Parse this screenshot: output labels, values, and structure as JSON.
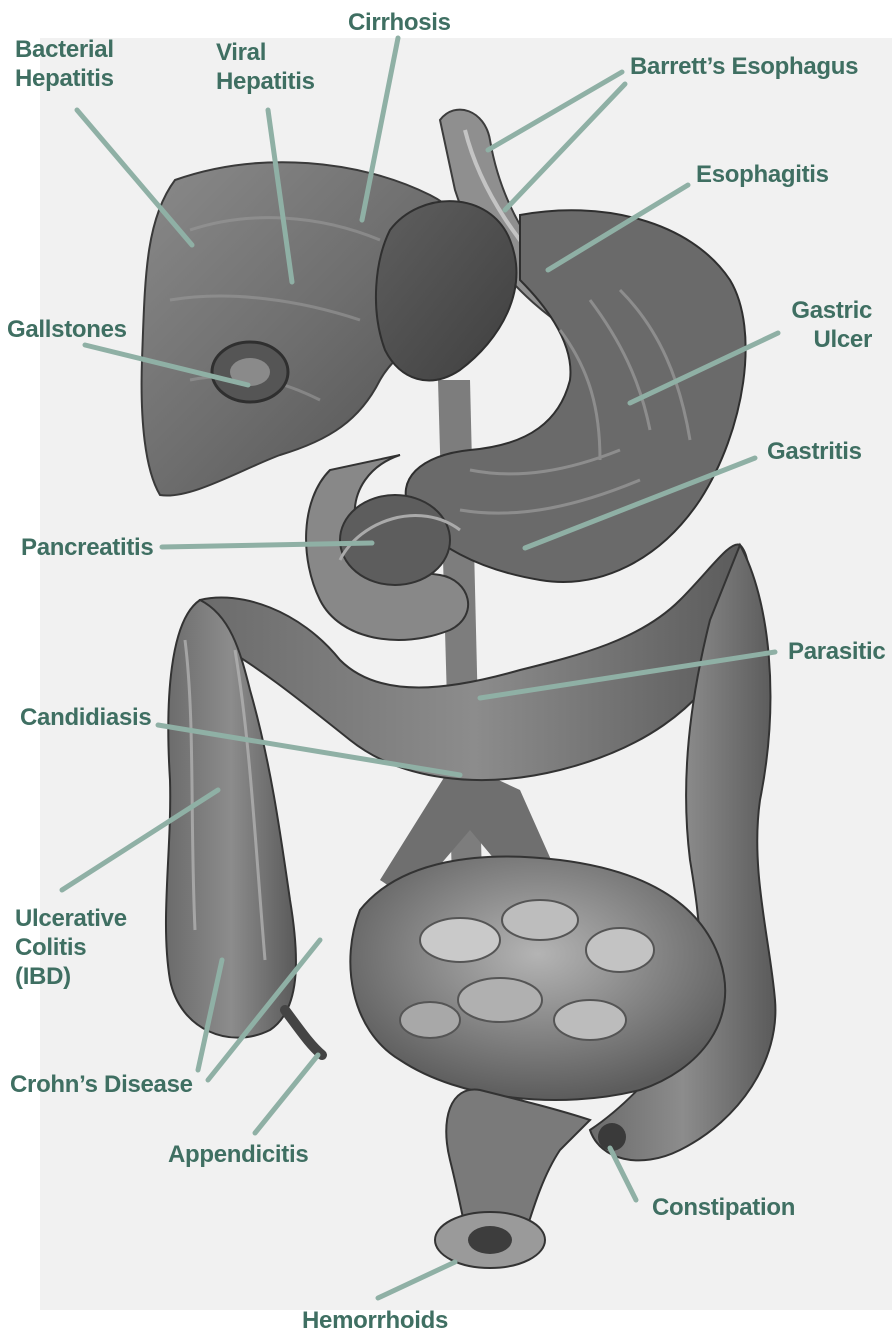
{
  "colors": {
    "label": "#3f6f62",
    "leader_line": "#8fb0a5",
    "background_panel": "#f1f1f1",
    "organ_dark": "#4e4e4e",
    "organ_mid": "#7a7a7a",
    "organ_light": "#a9a9a9"
  },
  "labels": {
    "bacterial_hepatitis": {
      "line1": "Bacterial",
      "line2": "Hepatitis"
    },
    "viral_hepatitis": {
      "line1": "Viral",
      "line2": "Hepatitis"
    },
    "cirrhosis": "Cirrhosis",
    "barretts_esophagus": "Barrett’s Esophagus",
    "esophagitis": "Esophagitis",
    "gastric_ulcer": {
      "line1": "Gastric",
      "line2": "Ulcer"
    },
    "gallstones": "Gallstones",
    "gastritis": "Gastritis",
    "pancreatitis": "Pancreatitis",
    "parasitic": "Parasitic",
    "candidiasis": "Candidiasis",
    "ulcerative_colitis": {
      "line1": "Ulcerative",
      "line2": "Colitis",
      "line3": "(IBD)"
    },
    "crohns_disease": "Crohn’s Disease",
    "appendicitis": "Appendicitis",
    "constipation": "Constipation",
    "hemorrhoids": "Hemorrhoids"
  }
}
